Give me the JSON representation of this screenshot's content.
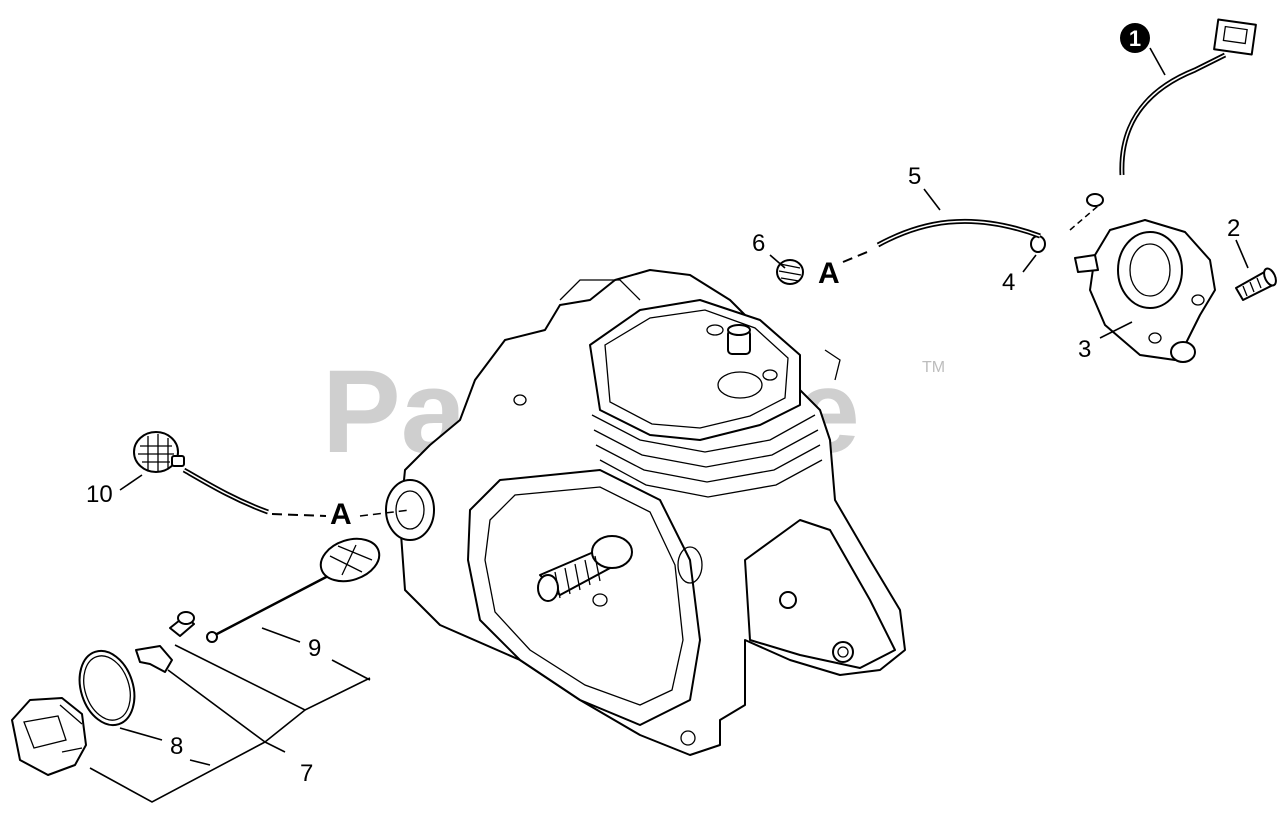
{
  "watermark": {
    "text": "PartsTree",
    "trademark": "TM"
  },
  "callouts": [
    {
      "id": "1",
      "label": "1",
      "style": "circled"
    },
    {
      "id": "2",
      "label": "2"
    },
    {
      "id": "3",
      "label": "3"
    },
    {
      "id": "4",
      "label": "4"
    },
    {
      "id": "5",
      "label": "5"
    },
    {
      "id": "6",
      "label": "6"
    },
    {
      "id": "7",
      "label": "7"
    },
    {
      "id": "8",
      "label": "8"
    },
    {
      "id": "9",
      "label": "9"
    },
    {
      "id": "10",
      "label": "10"
    }
  ],
  "reference_marks": [
    {
      "id": "A-upper",
      "label": "A"
    },
    {
      "id": "A-lower",
      "label": "A"
    }
  ]
}
